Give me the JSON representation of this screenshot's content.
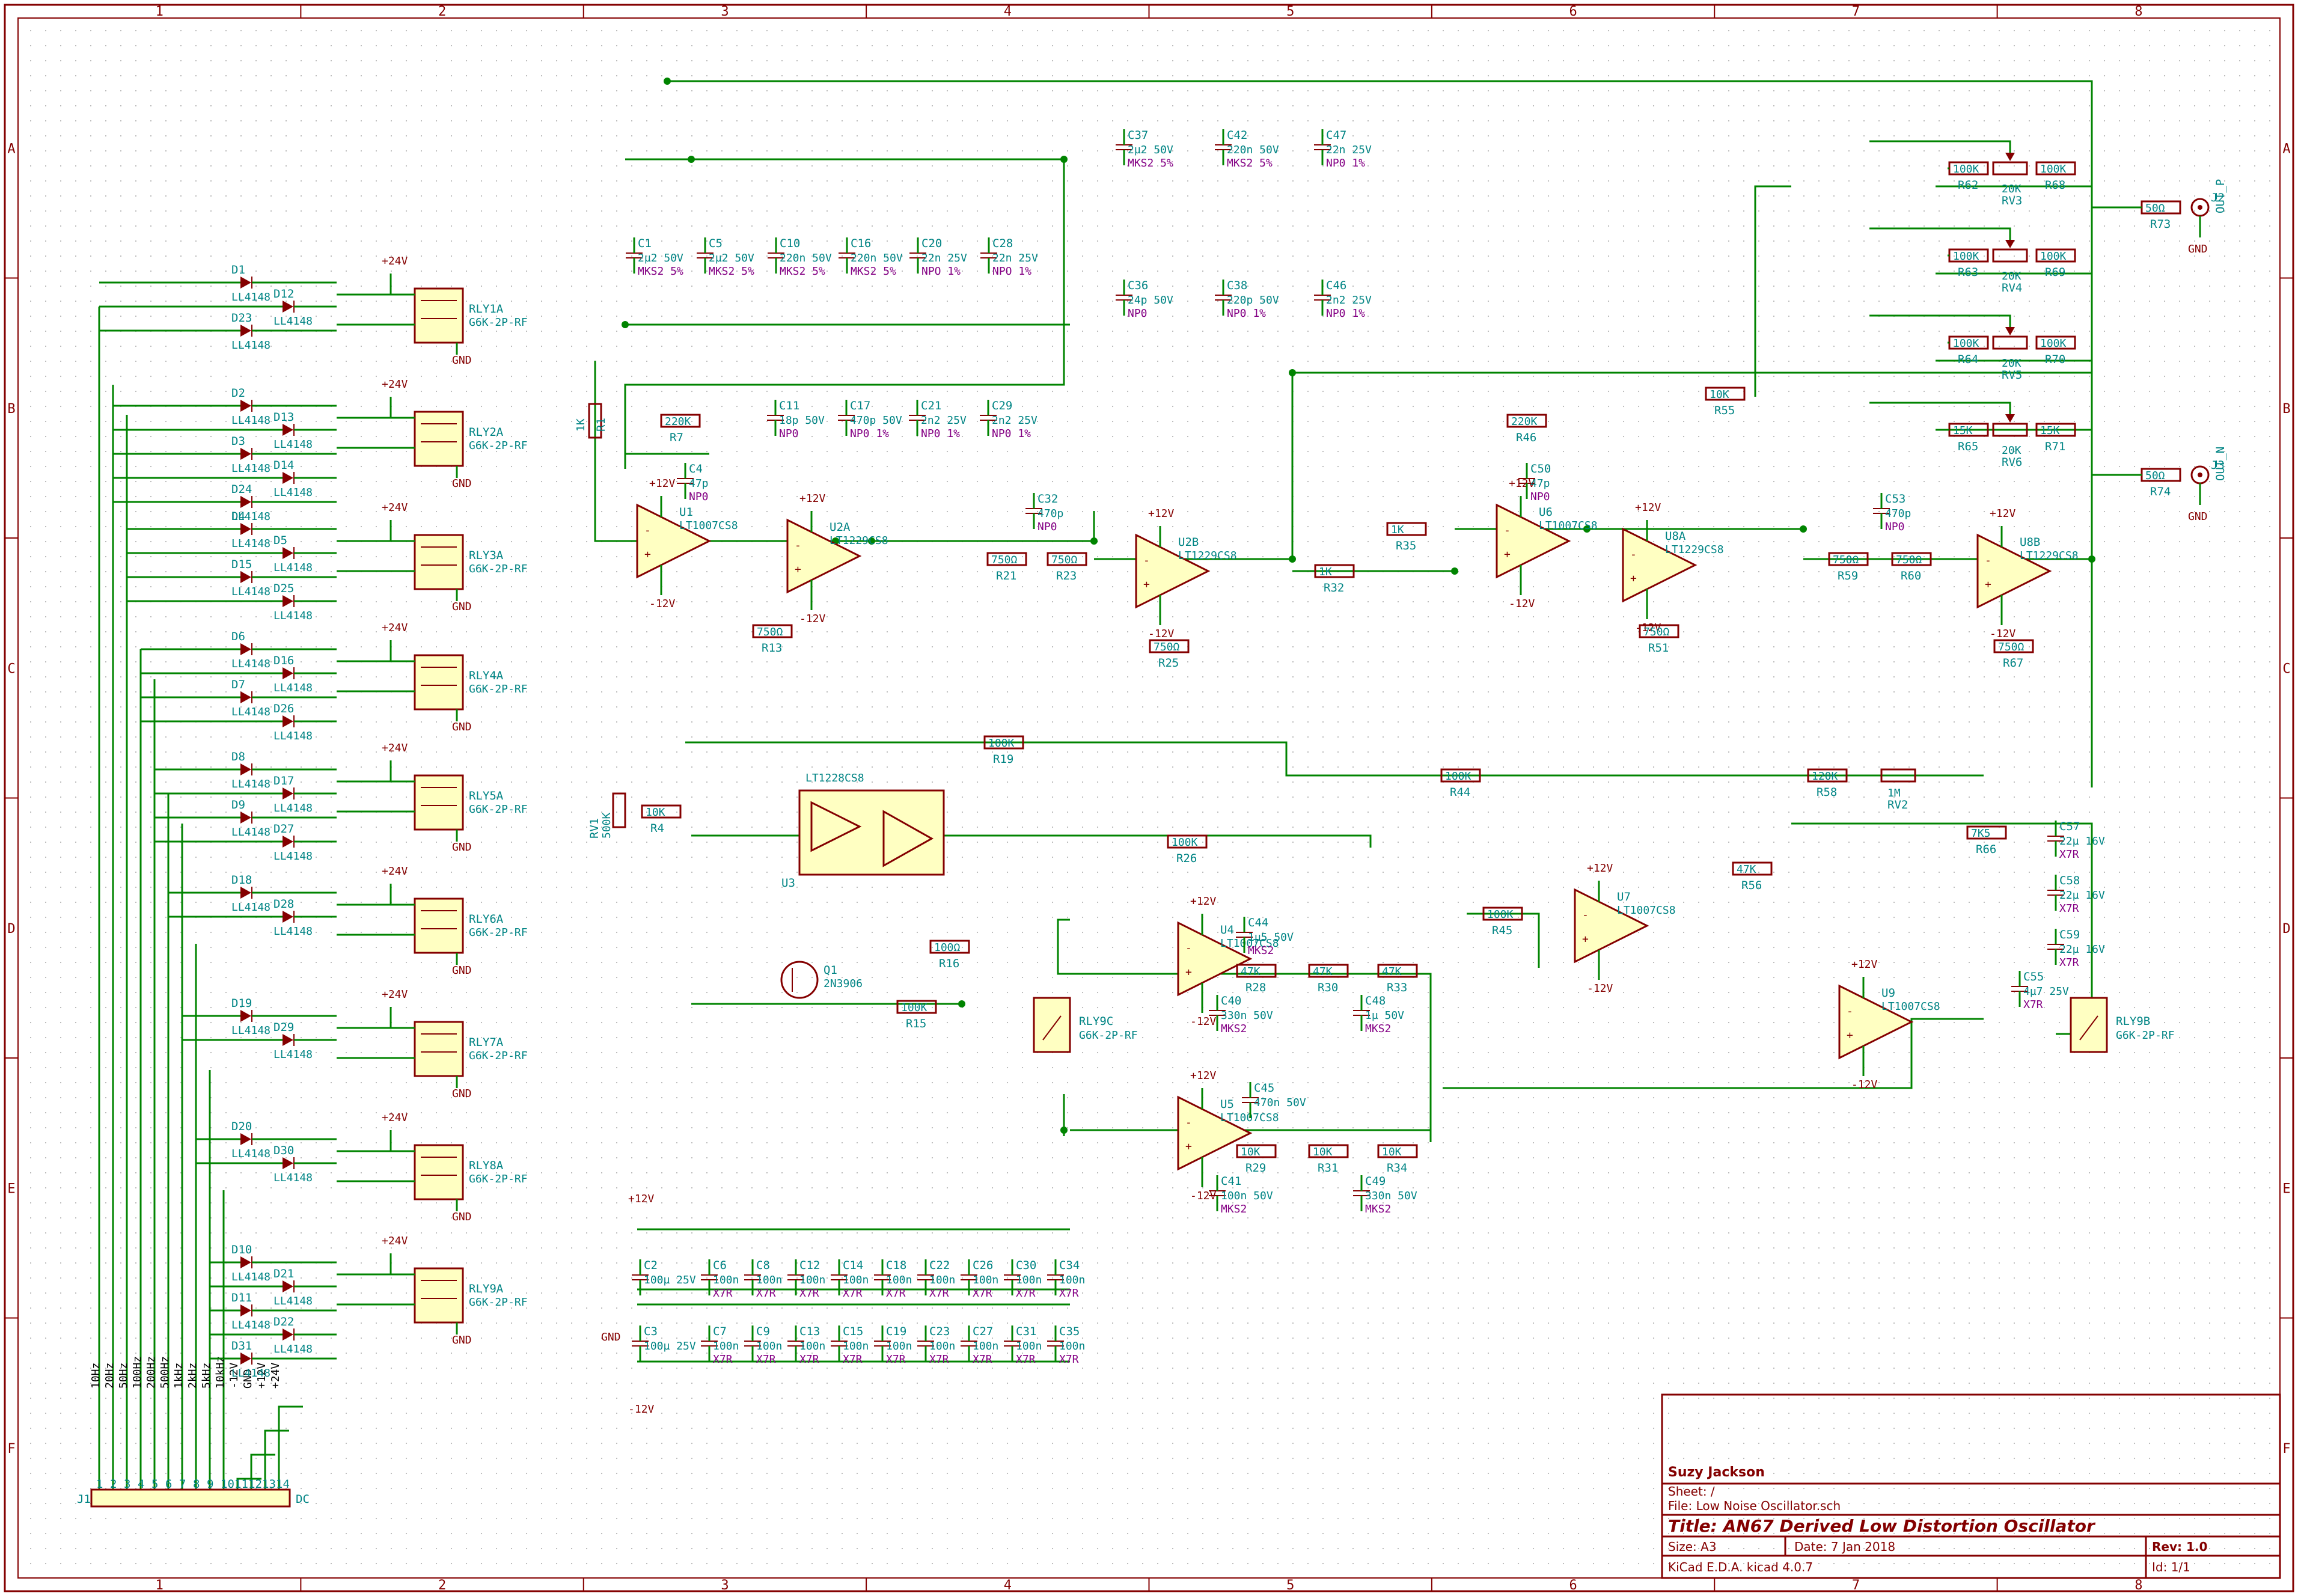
{
  "frame": {
    "columns": [
      "1",
      "2",
      "3",
      "4",
      "5",
      "6",
      "7",
      "8"
    ],
    "rows": [
      "A",
      "B",
      "C",
      "D",
      "E",
      "F"
    ]
  },
  "title_block": {
    "author": "Suzy Jackson",
    "sheet": "Sheet: /",
    "file": "File: Low Noise Oscillator.sch",
    "title": "Title: AN67 Derived Low Distortion Oscillator",
    "size": "Size: A3",
    "date": "Date: 7 Jan 2018",
    "rev": "Rev: 1.0",
    "tool": "KiCad E.D.A.  kicad 4.0.7",
    "id": "Id: 1/1"
  },
  "connector": {
    "ref": "J1",
    "nets": [
      "10Hz",
      "20Hz",
      "50Hz",
      "100Hz",
      "200Hz",
      "500Hz",
      "1kHz",
      "2kHz",
      "5kHz",
      "10kHz",
      "-12V",
      "GND",
      "+12V",
      "+24V"
    ],
    "dc_label": "DC"
  },
  "relay_bank": [
    {
      "ref": "RLY1A",
      "diodes": [
        "D1",
        "D12",
        "D23"
      ]
    },
    {
      "ref": "RLY2A",
      "diodes": [
        "D2",
        "D13",
        "D3",
        "D14",
        "D24"
      ]
    },
    {
      "ref": "RLY3A",
      "diodes": [
        "D4",
        "D5",
        "D15",
        "D25"
      ]
    },
    {
      "ref": "RLY4A",
      "diodes": [
        "D6",
        "D16",
        "D7",
        "D26"
      ]
    },
    {
      "ref": "RLY5A",
      "diodes": [
        "D8",
        "D17",
        "D9",
        "D27"
      ]
    },
    {
      "ref": "RLY6A",
      "diodes": [
        "D18",
        "D28"
      ]
    },
    {
      "ref": "RLY7A",
      "diodes": [
        "D19",
        "D29"
      ]
    },
    {
      "ref": "RLY8A",
      "diodes": [
        "D20",
        "D30"
      ]
    },
    {
      "ref": "RLY9A",
      "diodes": [
        "D10",
        "D21",
        "D11",
        "D22",
        "D31"
      ]
    }
  ],
  "labels": {
    "relay_part": "G6K-2P-RF",
    "diode_part": "LL4148",
    "p24": "+24V",
    "p12": "+12V",
    "n12": "-12V",
    "gnd": "GND"
  },
  "top_caps": [
    {
      "ref": "C1",
      "val": "2µ2 50V",
      "spec": "MKS2 5%"
    },
    {
      "ref": "C5",
      "val": "2µ2 50V",
      "spec": "MKS2 5%"
    },
    {
      "ref": "C10",
      "val": "220n 50V",
      "spec": "MKS2 5%"
    },
    {
      "ref": "C16",
      "val": "220n 50V",
      "spec": "MKS2 5%"
    },
    {
      "ref": "C20",
      "val": "22n 25V",
      "spec": "NPO 1%"
    },
    {
      "ref": "C28",
      "val": "22n 25V",
      "spec": "NPO 1%"
    }
  ],
  "mid_caps": [
    {
      "ref": "C11",
      "val": "18p 50V",
      "spec": "NP0"
    },
    {
      "ref": "C17",
      "val": "470p 50V",
      "spec": "NP0 1%"
    },
    {
      "ref": "C21",
      "val": "2n2 25V",
      "spec": "NP0 1%"
    },
    {
      "ref": "C29",
      "val": "2n2 25V",
      "spec": "NP0 1%"
    }
  ],
  "right_caps": [
    {
      "ref": "C37",
      "val": "2µ2 50V",
      "spec": "MKS2 5%"
    },
    {
      "ref": "C42",
      "val": "220n 50V",
      "spec": "MKS2 5%"
    },
    {
      "ref": "C47",
      "val": "22n 25V",
      "spec": "NP0 1%"
    },
    {
      "ref": "C36",
      "val": "24p 50V",
      "spec": "NP0"
    },
    {
      "ref": "C38",
      "val": "220p 50V",
      "spec": "NP0 1%"
    },
    {
      "ref": "C46",
      "val": "2n2 25V",
      "spec": "NP0 1%"
    }
  ],
  "opamps": [
    {
      "ref": "U1",
      "part": "LT1007CS8"
    },
    {
      "ref": "U2A",
      "part": "LT1229CS8"
    },
    {
      "ref": "U2B",
      "part": "LT1229CS8"
    },
    {
      "ref": "U6",
      "part": "LT1007CS8"
    },
    {
      "ref": "U8A",
      "part": "LT1229CS8"
    },
    {
      "ref": "U8B",
      "part": "LT1229CS8"
    },
    {
      "ref": "U3",
      "part": "LT1228CS8"
    },
    {
      "ref": "U4",
      "part": "LT1007CS8"
    },
    {
      "ref": "U5",
      "part": "LT1007CS8"
    },
    {
      "ref": "U7",
      "part": "LT1007CS8"
    },
    {
      "ref": "U9",
      "part": "LT1007CS8"
    }
  ],
  "outputs": [
    {
      "ref": "J2",
      "name": "OUT_P",
      "r": "R73",
      "rv": "50Ω"
    },
    {
      "ref": "J3",
      "name": "OUT_N",
      "r": "R74",
      "rv": "50Ω"
    }
  ],
  "trim_pots": [
    {
      "ref": "RV3",
      "val": "20K",
      "l": "R62",
      "lv": "100K",
      "r": "R68",
      "rv": "100K"
    },
    {
      "ref": "RV4",
      "val": "20K",
      "l": "R63",
      "lv": "100K",
      "r": "R69",
      "rv": "100K"
    },
    {
      "ref": "RV5",
      "val": "20K",
      "l": "R64",
      "lv": "100K",
      "r": "R70",
      "rv": "100K"
    },
    {
      "ref": "RV6",
      "val": "20K",
      "l": "R65",
      "lv": "15K",
      "r": "R71",
      "rv": "15K"
    }
  ],
  "bypass": {
    "top_row": [
      "C6",
      "C8",
      "C12",
      "C14",
      "C18",
      "C22",
      "C26",
      "C30",
      "C34"
    ],
    "bot_row": [
      "C7",
      "C9",
      "C13",
      "C15",
      "C19",
      "C23",
      "C27",
      "C31",
      "C35"
    ],
    "val": "100n",
    "spec": "X7R",
    "bulk_top": {
      "ref": "C2",
      "val": "100µ 25V"
    },
    "bulk_bot": {
      "ref": "C3",
      "val": "100µ 25V"
    }
  },
  "misc": {
    "rv1": {
      "ref": "RV1",
      "val": "500K"
    },
    "rv2": {
      "ref": "RV2",
      "val": "1M"
    },
    "q1": {
      "ref": "Q1",
      "part": "2N3906"
    },
    "r55": {
      "ref": "R55",
      "val": "10K"
    },
    "r44": {
      "ref": "R44",
      "val": "100K"
    },
    "r58": {
      "ref": "R58",
      "val": "120K"
    },
    "r66": {
      "ref": "R66",
      "val": "7K5"
    },
    "r19": {
      "ref": "R19",
      "val": "100K"
    },
    "r26": {
      "ref": "R26",
      "val": "100K"
    },
    "r4": {
      "ref": "R4",
      "val": "10K"
    },
    "r7": {
      "ref": "R7",
      "val": "220K"
    },
    "r46": {
      "ref": "R46",
      "val": "220K"
    },
    "r35": {
      "ref": "R35",
      "val": "1K"
    },
    "r32": {
      "ref": "R32",
      "val": "1K"
    },
    "r1": {
      "ref": "R1",
      "val": "1K"
    },
    "r15": {
      "ref": "R15",
      "val": "100K"
    },
    "r16": {
      "ref": "R16",
      "val": "100Ω"
    },
    "r45": {
      "ref": "R45",
      "val": "100K"
    },
    "r56": {
      "ref": "R56",
      "val": "47K"
    },
    "r13": {
      "ref": "R13",
      "val": "750Ω"
    },
    "r21": {
      "ref": "R21",
      "val": "750Ω"
    },
    "r23": {
      "ref": "R23",
      "val": "750Ω"
    },
    "r25": {
      "ref": "R25",
      "val": "750Ω"
    },
    "r59": {
      "ref": "R59",
      "val": "750Ω"
    },
    "r60": {
      "ref": "R60",
      "val": "750Ω"
    },
    "r51": {
      "ref": "R51",
      "val": "750Ω"
    },
    "r67": {
      "ref": "R67",
      "val": "750Ω"
    },
    "r28": {
      "ref": "R28",
      "val": "47K"
    },
    "r30": {
      "ref": "R30",
      "val": "47K"
    },
    "r33": {
      "ref": "R33",
      "val": "47K"
    },
    "r29": {
      "ref": "R29",
      "val": "10K"
    },
    "r31": {
      "ref": "R31",
      "val": "10K"
    },
    "r34": {
      "ref": "R34",
      "val": "10K"
    },
    "c44": {
      "ref": "C44",
      "val": "1µ5 50V",
      "spec": "MKS2"
    },
    "c45": {
      "ref": "C45",
      "val": "470n 50V"
    },
    "c40": {
      "ref": "C40",
      "val": "330n 50V",
      "spec": "MKS2"
    },
    "c48": {
      "ref": "C48",
      "val": "1µ 50V",
      "spec": "MKS2"
    },
    "c41": {
      "ref": "C41",
      "val": "100n 50V",
      "spec": "MKS2"
    },
    "c49": {
      "ref": "C49",
      "val": "330n 50V",
      "spec": "MKS2"
    },
    "c57": {
      "ref": "C57",
      "val": "22µ 16V",
      "spec": "X7R"
    },
    "c58": {
      "ref": "C58",
      "val": "22µ 16V",
      "spec": "X7R"
    },
    "c59": {
      "ref": "C59",
      "val": "22µ 16V",
      "spec": "X7R"
    },
    "c55": {
      "ref": "C55",
      "val": "4µ7 25V",
      "spec": "X7R"
    },
    "c4": {
      "ref": "C4",
      "val": "47p",
      "spec": "NP0"
    },
    "c50": {
      "ref": "C50",
      "val": "47p",
      "spec": "NP0"
    },
    "c32": {
      "ref": "C32",
      "val": "470p",
      "spec": "NP0"
    },
    "c53": {
      "ref": "C53",
      "val": "470p",
      "spec": "NP0"
    },
    "rly9c": {
      "ref": "RLY9C",
      "part": "G6K-2P-RF"
    },
    "rly9b": {
      "ref": "RLY9B",
      "part": "G6K-2P-RF"
    }
  }
}
